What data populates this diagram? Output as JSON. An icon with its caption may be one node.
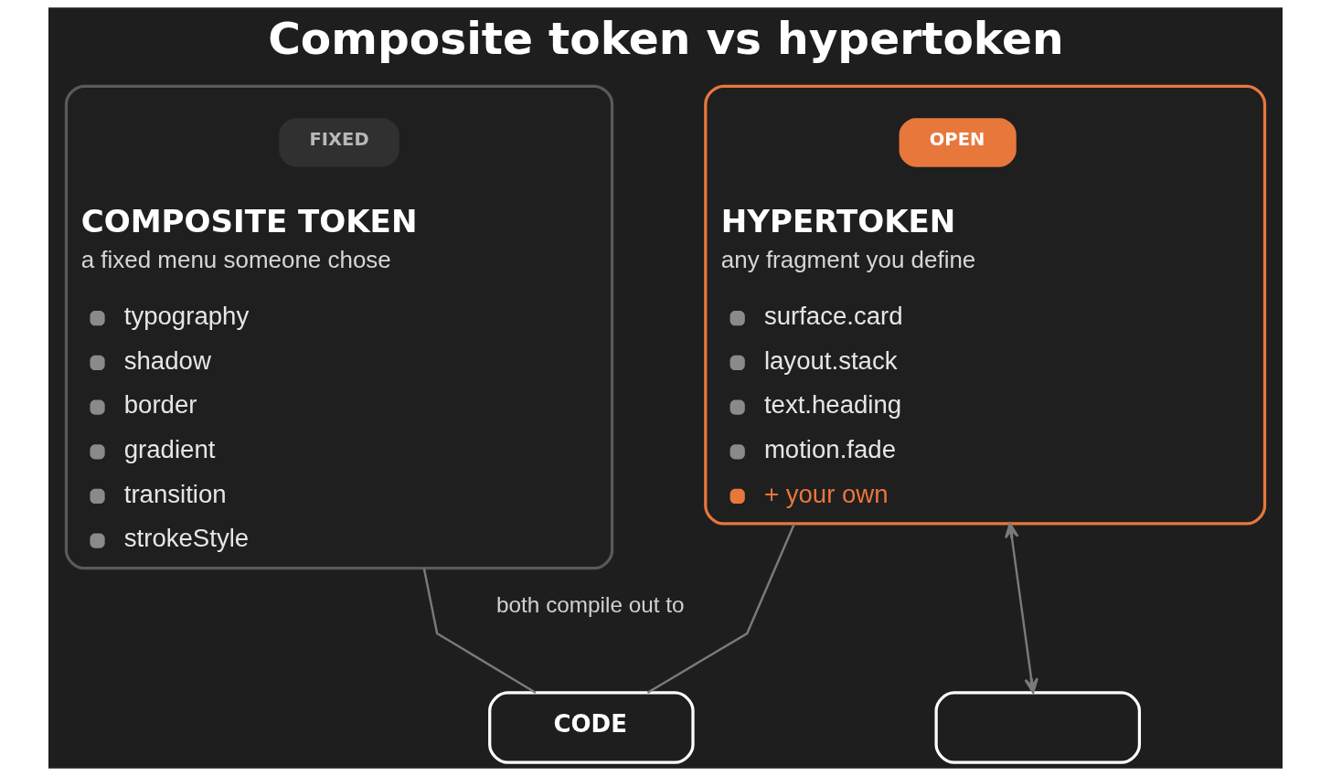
{
  "diagram": {
    "title": "Composite token vs hypertoken",
    "nodes": [
      {
        "text": [
          "COMPOSITE TOKEN",
          "a fixed menu someone chose",
          "typography",
          "shadow",
          "border",
          "gradient",
          "transition",
          "strokeStyle"
        ]
      },
      {
        "text": [
          "FIXED"
        ],
        "in": 0
      },
      {
        "text": [
          "HYPERTOKEN",
          "any fragment you define",
          "surface.card",
          "layout.stack",
          "text.heading",
          "motion.fade",
          "+ your own"
        ]
      },
      {
        "text": [
          "OPEN"
        ],
        "in": 2
      },
      {
        "text": [
          "CODE"
        ]
      },
      {
        "text": [],
        "shape": "box"
      }
    ],
    "edges": [
      {
        "from": 0,
        "to": 4,
        "arrow": "none"
      },
      {
        "from": 2,
        "to": 4,
        "arrow": "none"
      },
      {
        "from": 2,
        "to": 5,
        "arrow": "both"
      }
    ],
    "labels": [
      "both compile out to"
    ]
  }
}
